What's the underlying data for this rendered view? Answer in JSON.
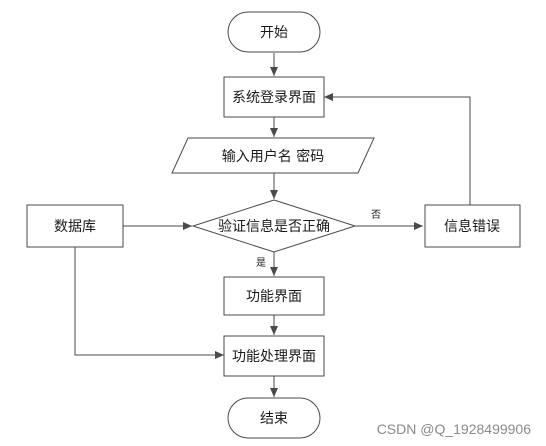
{
  "diagram": {
    "nodes": {
      "start": "开始",
      "login": "系统登录界面",
      "input": "输入用户名 密码",
      "verify": "验证信息是否正确",
      "error": "信息错误",
      "database": "数据库",
      "function": "功能界面",
      "process": "功能处理界面",
      "end": "结束"
    },
    "edge_labels": {
      "no": "否",
      "yes": "是"
    }
  },
  "watermark": "CSDN @Q_1928499906"
}
